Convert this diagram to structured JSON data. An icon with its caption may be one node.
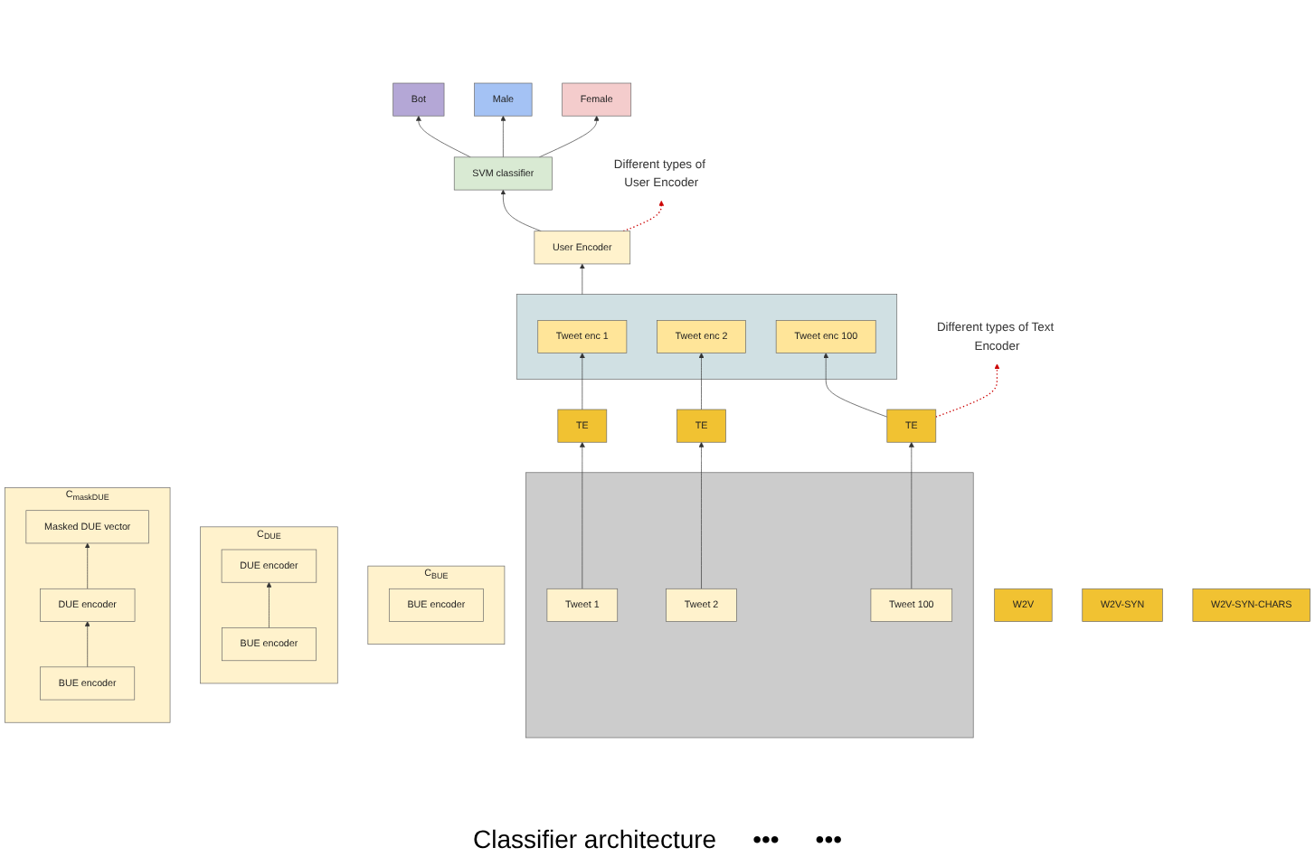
{
  "diagram": {
    "caption": "Classifier architecture",
    "nodes": [
      {
        "text": [
          "Bot"
        ]
      },
      {
        "text": [
          "Male"
        ]
      },
      {
        "text": [
          "Female"
        ]
      },
      {
        "text": [
          "SVM classifier"
        ]
      },
      {
        "text": [
          "User Encoder"
        ]
      },
      {
        "text": [],
        "shape": "box"
      },
      {
        "text": [
          "Tweet enc 1"
        ],
        "in": 5
      },
      {
        "text": [
          "Tweet enc 2"
        ],
        "in": 5
      },
      {
        "text": [
          "Tweet enc 100"
        ],
        "in": 5
      },
      {
        "text": [
          "TE"
        ]
      },
      {
        "text": [
          "TE"
        ]
      },
      {
        "text": [
          "TE"
        ]
      },
      {
        "text": [],
        "shape": "box"
      },
      {
        "text": [
          "Tweet 1"
        ],
        "in": 12
      },
      {
        "text": [
          "Tweet 2"
        ],
        "in": 12
      },
      {
        "text": [
          "Tweet 100"
        ],
        "in": 12
      },
      {
        "text": [
          "Different types of User Encoder"
        ]
      },
      {
        "text": [
          "C$_{BUE}$"
        ]
      },
      {
        "text": [
          "BUE encoder"
        ],
        "in": 17
      },
      {
        "text": [
          "C$_{DUE}$"
        ]
      },
      {
        "text": [
          "DUE encoder"
        ],
        "in": 19
      },
      {
        "text": [
          "BUE encoder"
        ],
        "in": 19
      },
      {
        "text": [
          "C$_{maskDUE}$"
        ]
      },
      {
        "text": [
          "Masked DUE vector"
        ],
        "in": 22
      },
      {
        "text": [
          "DUE encoder"
        ],
        "in": 22
      },
      {
        "text": [
          "BUE encoder"
        ],
        "in": 22
      },
      {
        "text": [
          "Different types of Text Encoder"
        ]
      },
      {
        "text": [
          "W2V"
        ]
      },
      {
        "text": [
          "W2V-SYN"
        ]
      },
      {
        "text": [
          "W2V-SYN-CHARS"
        ]
      }
    ],
    "edges": [
      {
        "from": 3,
        "to": 0,
        "arrow": "to"
      },
      {
        "from": 3,
        "to": 1,
        "arrow": "to"
      },
      {
        "from": 3,
        "to": 2,
        "arrow": "to"
      },
      {
        "from": 4,
        "to": 3,
        "arrow": "to"
      },
      {
        "from": 5,
        "to": 4,
        "arrow": "to"
      },
      {
        "from": 9,
        "to": 6,
        "arrow": "to"
      },
      {
        "from": 10,
        "to": 7,
        "arrow": "to"
      },
      {
        "from": 11,
        "to": 8,
        "arrow": "to"
      },
      {
        "from": 13,
        "to": 9,
        "arrow": "to"
      },
      {
        "from": 14,
        "to": 10,
        "arrow": "to"
      },
      {
        "from": 15,
        "to": 11,
        "arrow": "to"
      },
      {
        "from": 4,
        "to": 16,
        "arrow": "to",
        "style": "dashed",
        "color": "#cc0000"
      },
      {
        "from": 21,
        "to": 20,
        "arrow": "to"
      },
      {
        "from": 25,
        "to": 24,
        "arrow": "to"
      },
      {
        "from": 24,
        "to": 23,
        "arrow": "to"
      },
      {
        "from": 11,
        "to": 26,
        "arrow": "to",
        "style": "dashed",
        "color": "#cc0000"
      }
    ],
    "labels": [
      "•••",
      "•••"
    ]
  }
}
